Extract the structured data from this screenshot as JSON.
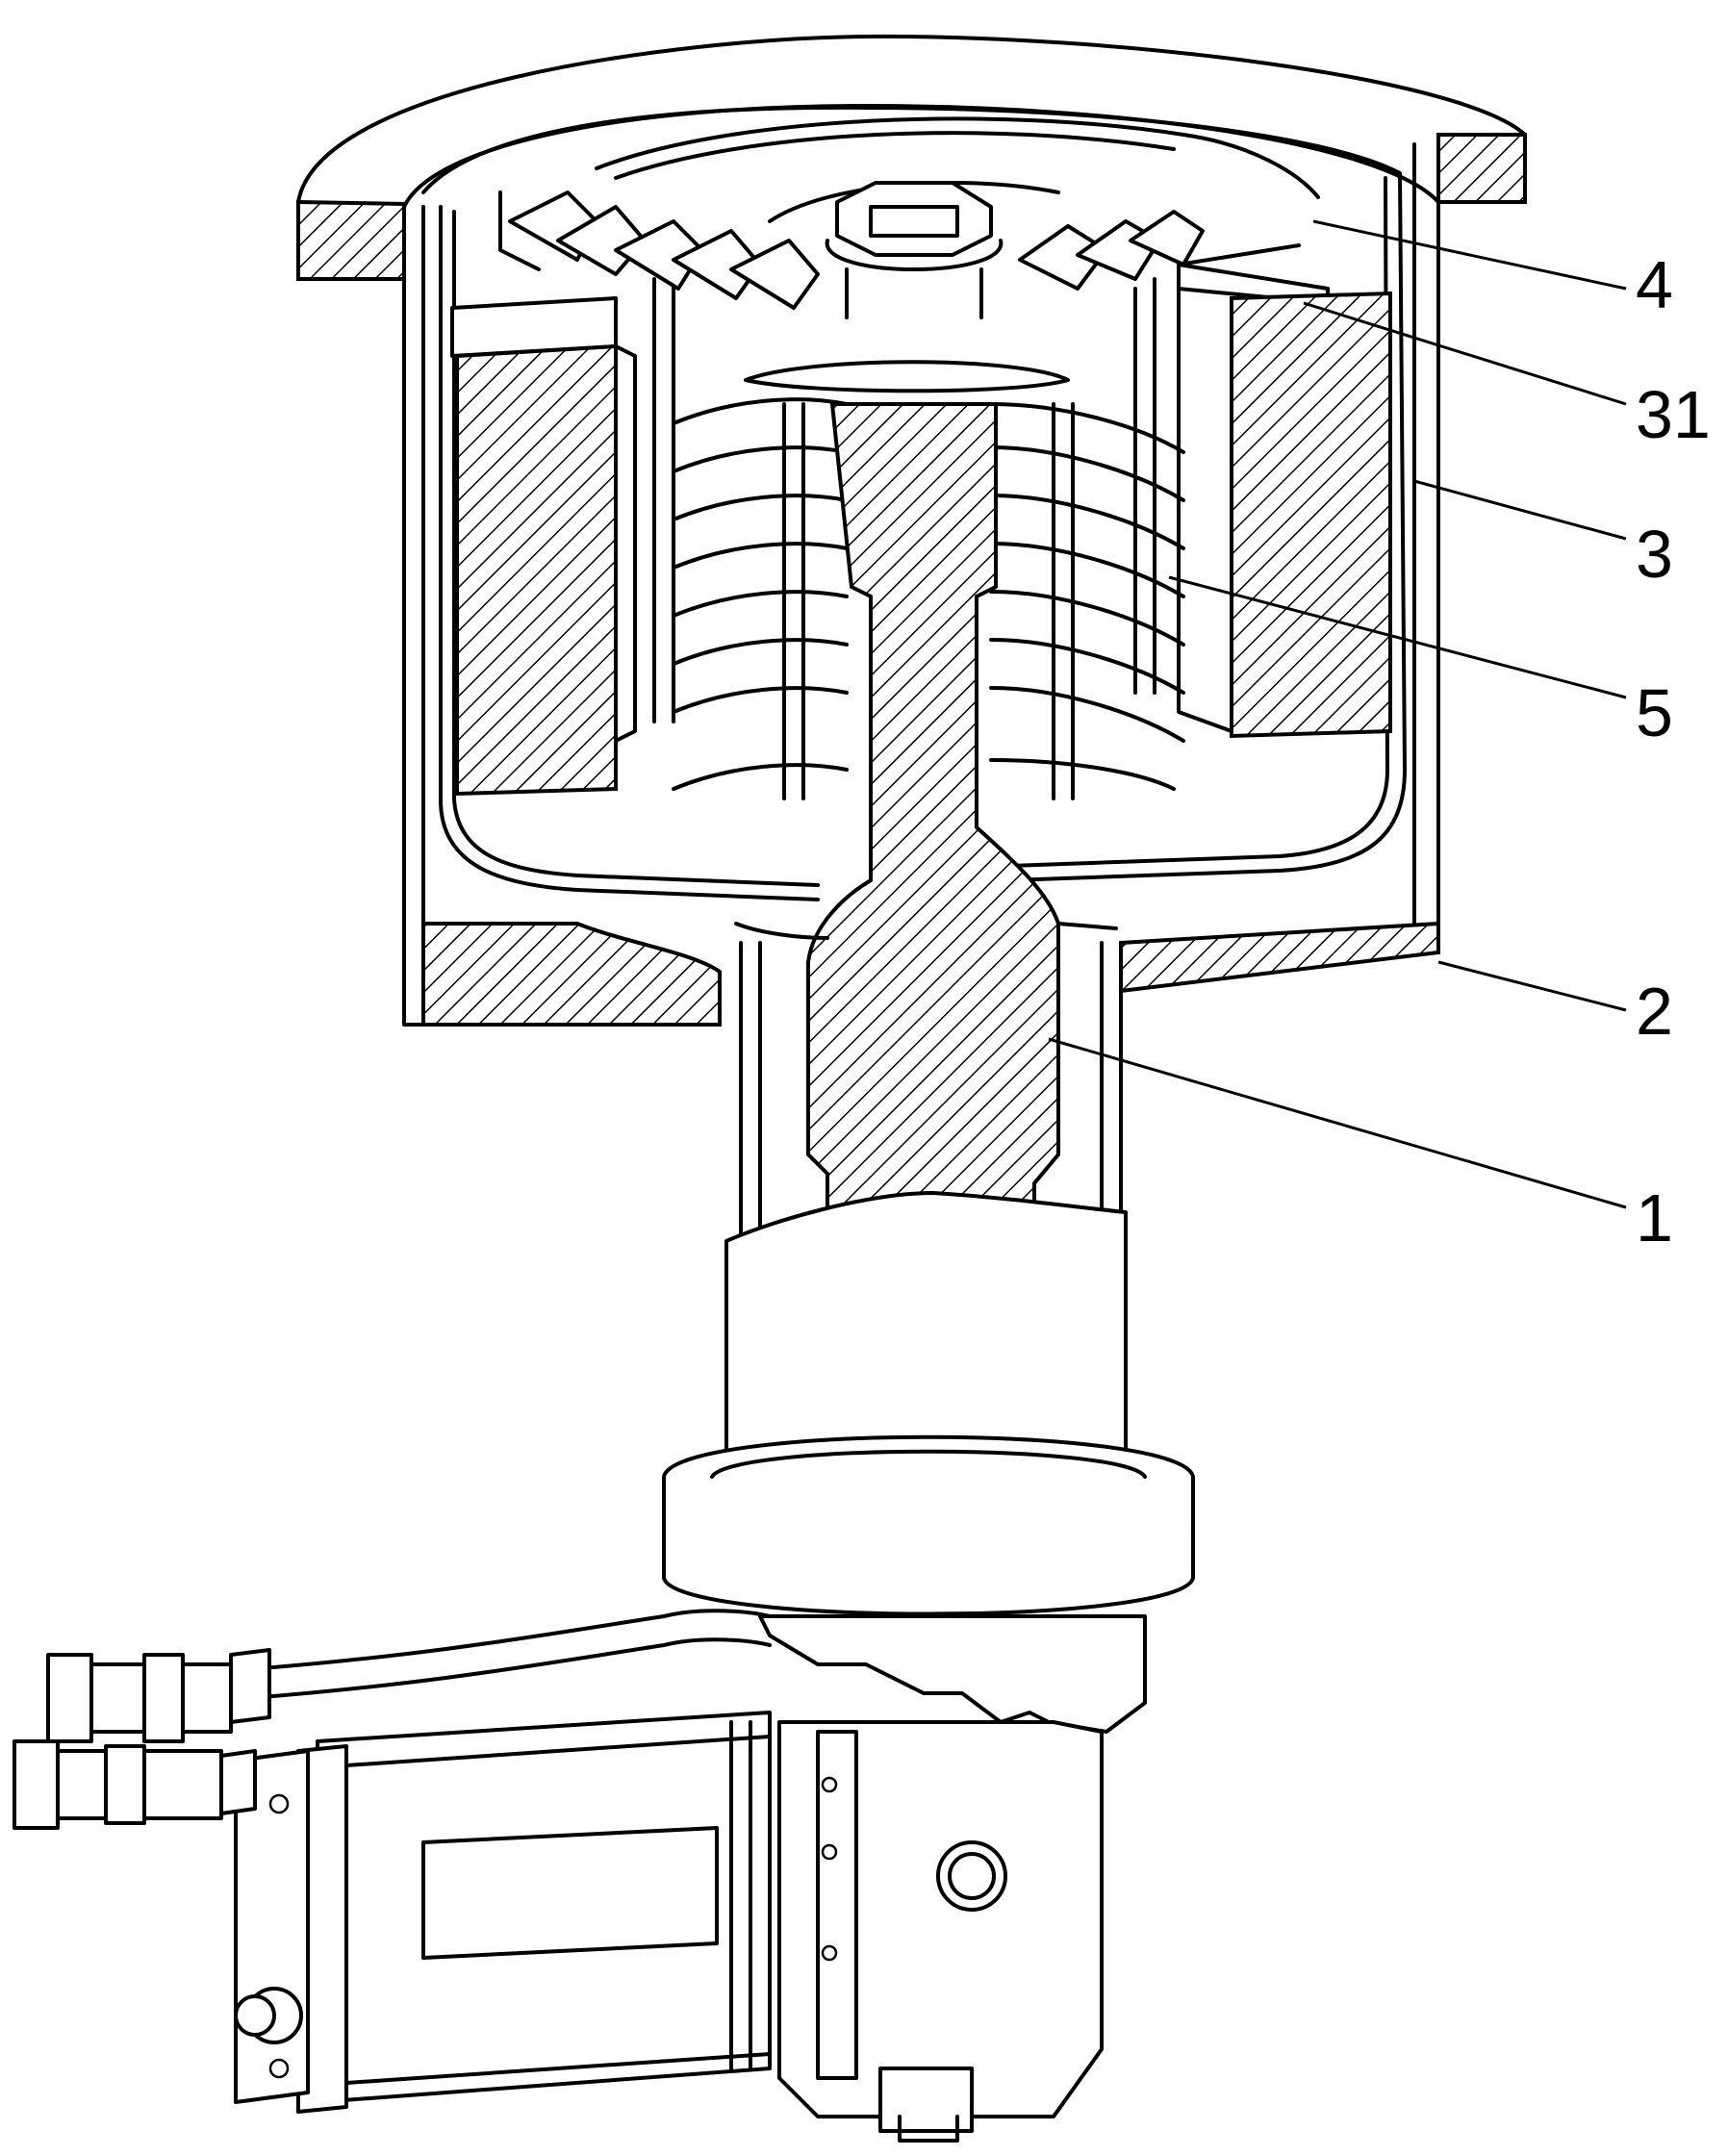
{
  "figure": {
    "callouts": [
      {
        "id": "4",
        "label": "4"
      },
      {
        "id": "31",
        "label": "31"
      },
      {
        "id": "3",
        "label": "3"
      },
      {
        "id": "5",
        "label": "5"
      },
      {
        "id": "2",
        "label": "2"
      },
      {
        "id": "1",
        "label": "1"
      }
    ]
  }
}
